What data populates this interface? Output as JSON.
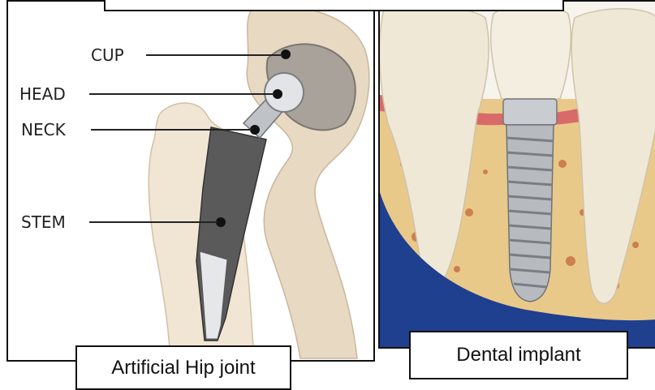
{
  "hip": {
    "labels": {
      "cup": "CUP",
      "head": "HEAD",
      "neck": "NECK",
      "stem": "STEM"
    },
    "caption": "Artificial  Hip joint"
  },
  "dental": {
    "caption": "Dental implant"
  },
  "colors": {
    "bone": "#efe2cf",
    "stem": "#5a5a5a",
    "metal": "#c9ccd0",
    "gum_blue": "#1f3f8f",
    "tooth": "#f1ead8",
    "spongy_bone": "#e9c98a",
    "gum_red": "#d96a6a"
  }
}
